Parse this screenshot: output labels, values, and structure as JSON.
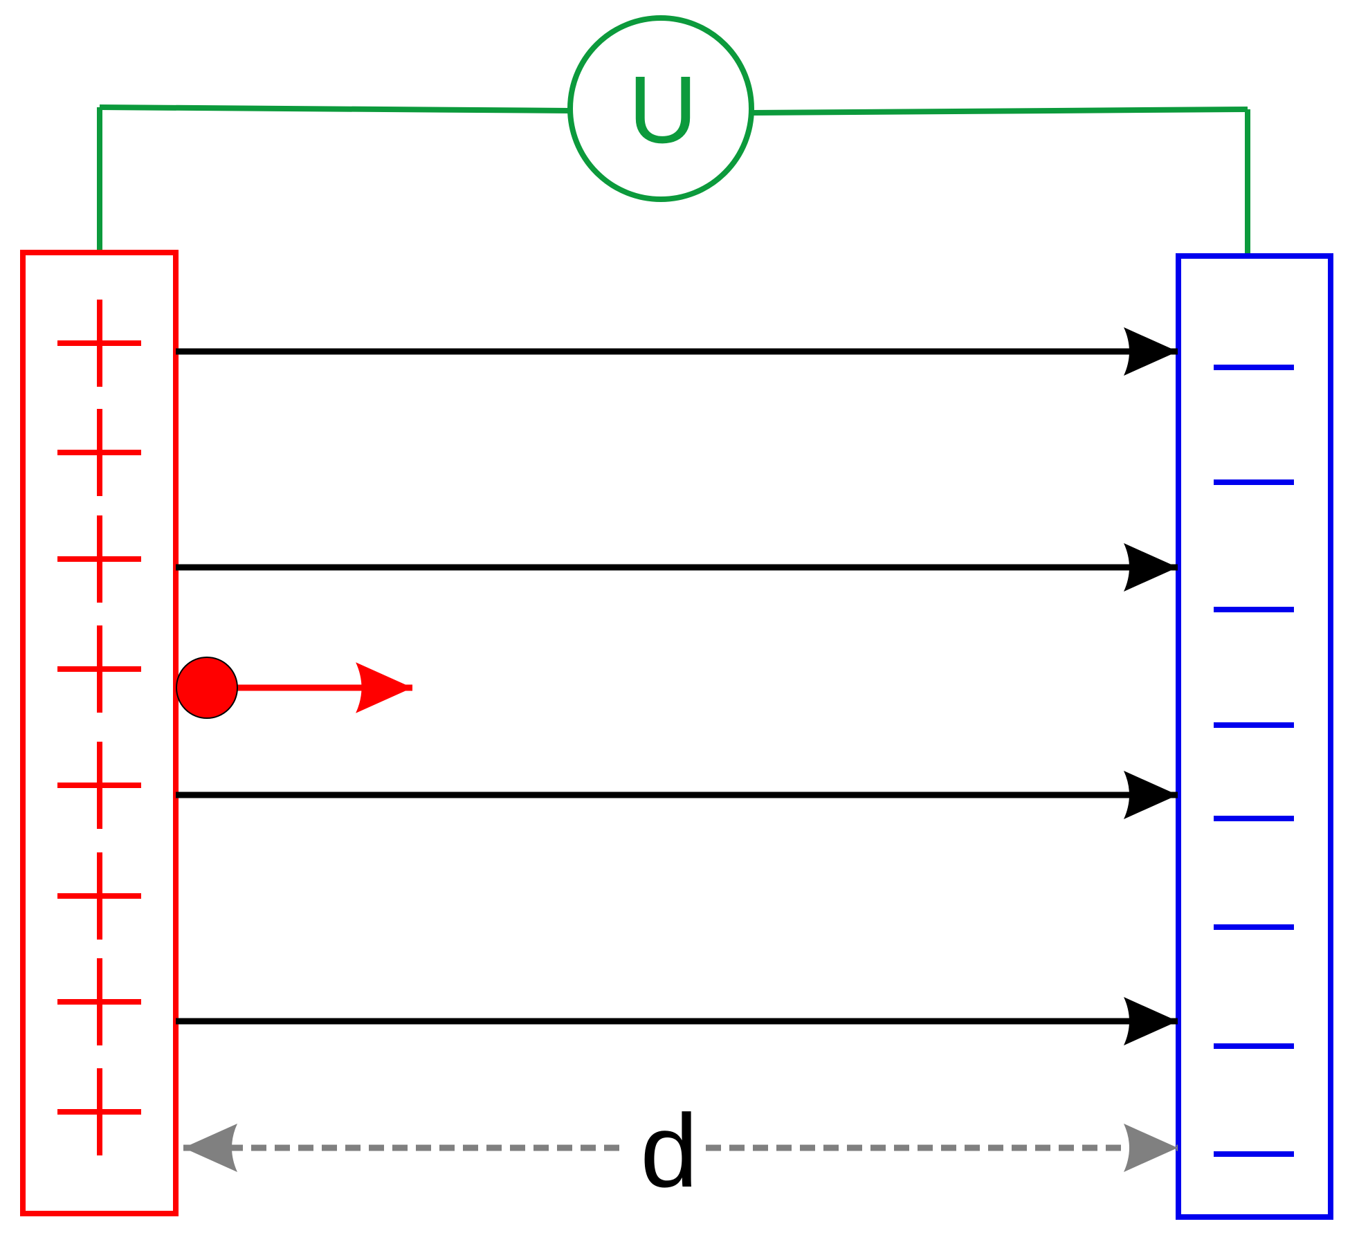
{
  "colors": {
    "positive_plate": "#ff0000",
    "negative_plate": "#0000ee",
    "circuit": "#0c9a3c",
    "field_lines": "#000000",
    "charge": "#ff0000",
    "distance_marker": "#808080"
  },
  "voltage_source": {
    "label": "U"
  },
  "distance": {
    "label": "d"
  },
  "positive_plate": {
    "charge_symbol": "+",
    "count": 8
  },
  "negative_plate": {
    "charge_symbol": "−",
    "count": 8
  },
  "field_lines": {
    "count": 4,
    "direction": "left-to-right"
  },
  "test_charge": {
    "sign": "positive",
    "force_direction": "right"
  }
}
